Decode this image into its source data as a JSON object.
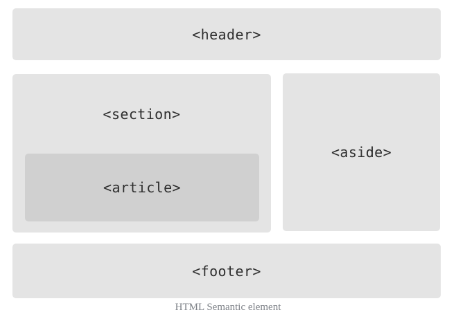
{
  "boxes": {
    "header": {
      "label": "<header>"
    },
    "section": {
      "label": "<section>"
    },
    "article": {
      "label": "<article>"
    },
    "aside": {
      "label": "<aside>"
    },
    "footer": {
      "label": "<footer>"
    }
  },
  "caption": "HTML Semantic element",
  "colors": {
    "page_bg": "#ffffff",
    "box_bg": "#e4e4e4",
    "nested_box_bg": "#d0d0d0",
    "label": "#2e2e2e",
    "caption": "#7f8389"
  }
}
